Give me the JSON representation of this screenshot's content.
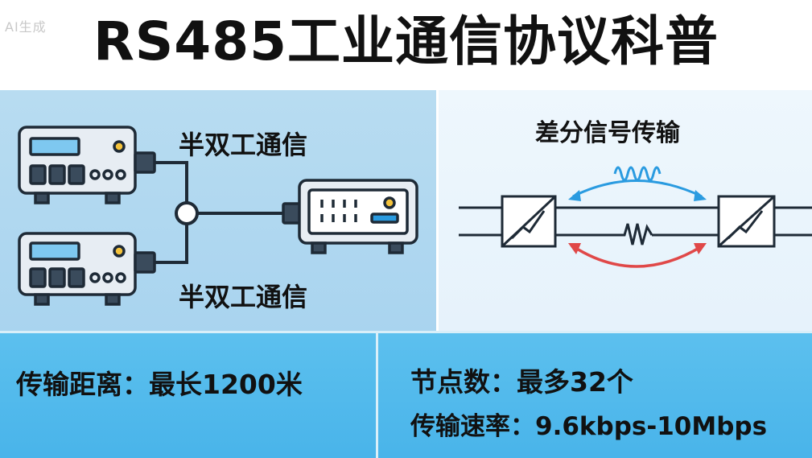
{
  "watermark": "AI生成",
  "title": "RS485工业通信协议科普",
  "left_panel": {
    "label_top": "半双工通信",
    "label_bottom": "半双工通信"
  },
  "right_panel": {
    "heading": "差分信号传输"
  },
  "bottom_left": {
    "distance": "传输距离：最长1200米"
  },
  "bottom_right": {
    "nodes": "节点数：最多32个",
    "rate": "传输速率：9.6kbps-10Mbps"
  },
  "colors": {
    "panel_blue": "#a9d4ef",
    "bar_blue": "#49b4ea",
    "device_body": "#e7edf3",
    "device_outline": "#1e2a36",
    "screen": "#7ec8f0",
    "knob_yellow": "#f5c33b",
    "arrow_blue": "#2a9be0",
    "arrow_red": "#e04848"
  }
}
